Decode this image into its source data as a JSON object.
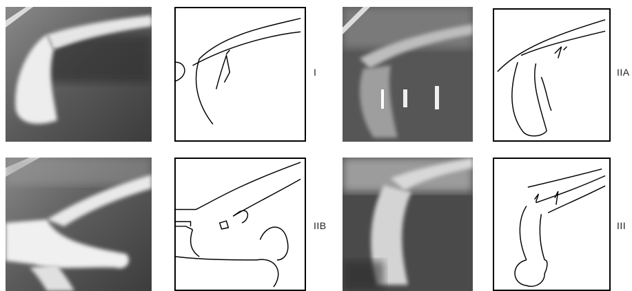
{
  "figure": {
    "panels": [
      {
        "key": "I",
        "label": "I"
      },
      {
        "key": "IIA",
        "label": "IIA"
      },
      {
        "key": "IIB",
        "label": "IIB"
      },
      {
        "key": "III",
        "label": "III"
      }
    ]
  },
  "colors": {
    "xray_dark": "#2e2e2e",
    "xray_mid": "#6f6f6f",
    "contrast_bright": "#eeeeee",
    "ink": "#000000",
    "paper": "#ffffff"
  }
}
